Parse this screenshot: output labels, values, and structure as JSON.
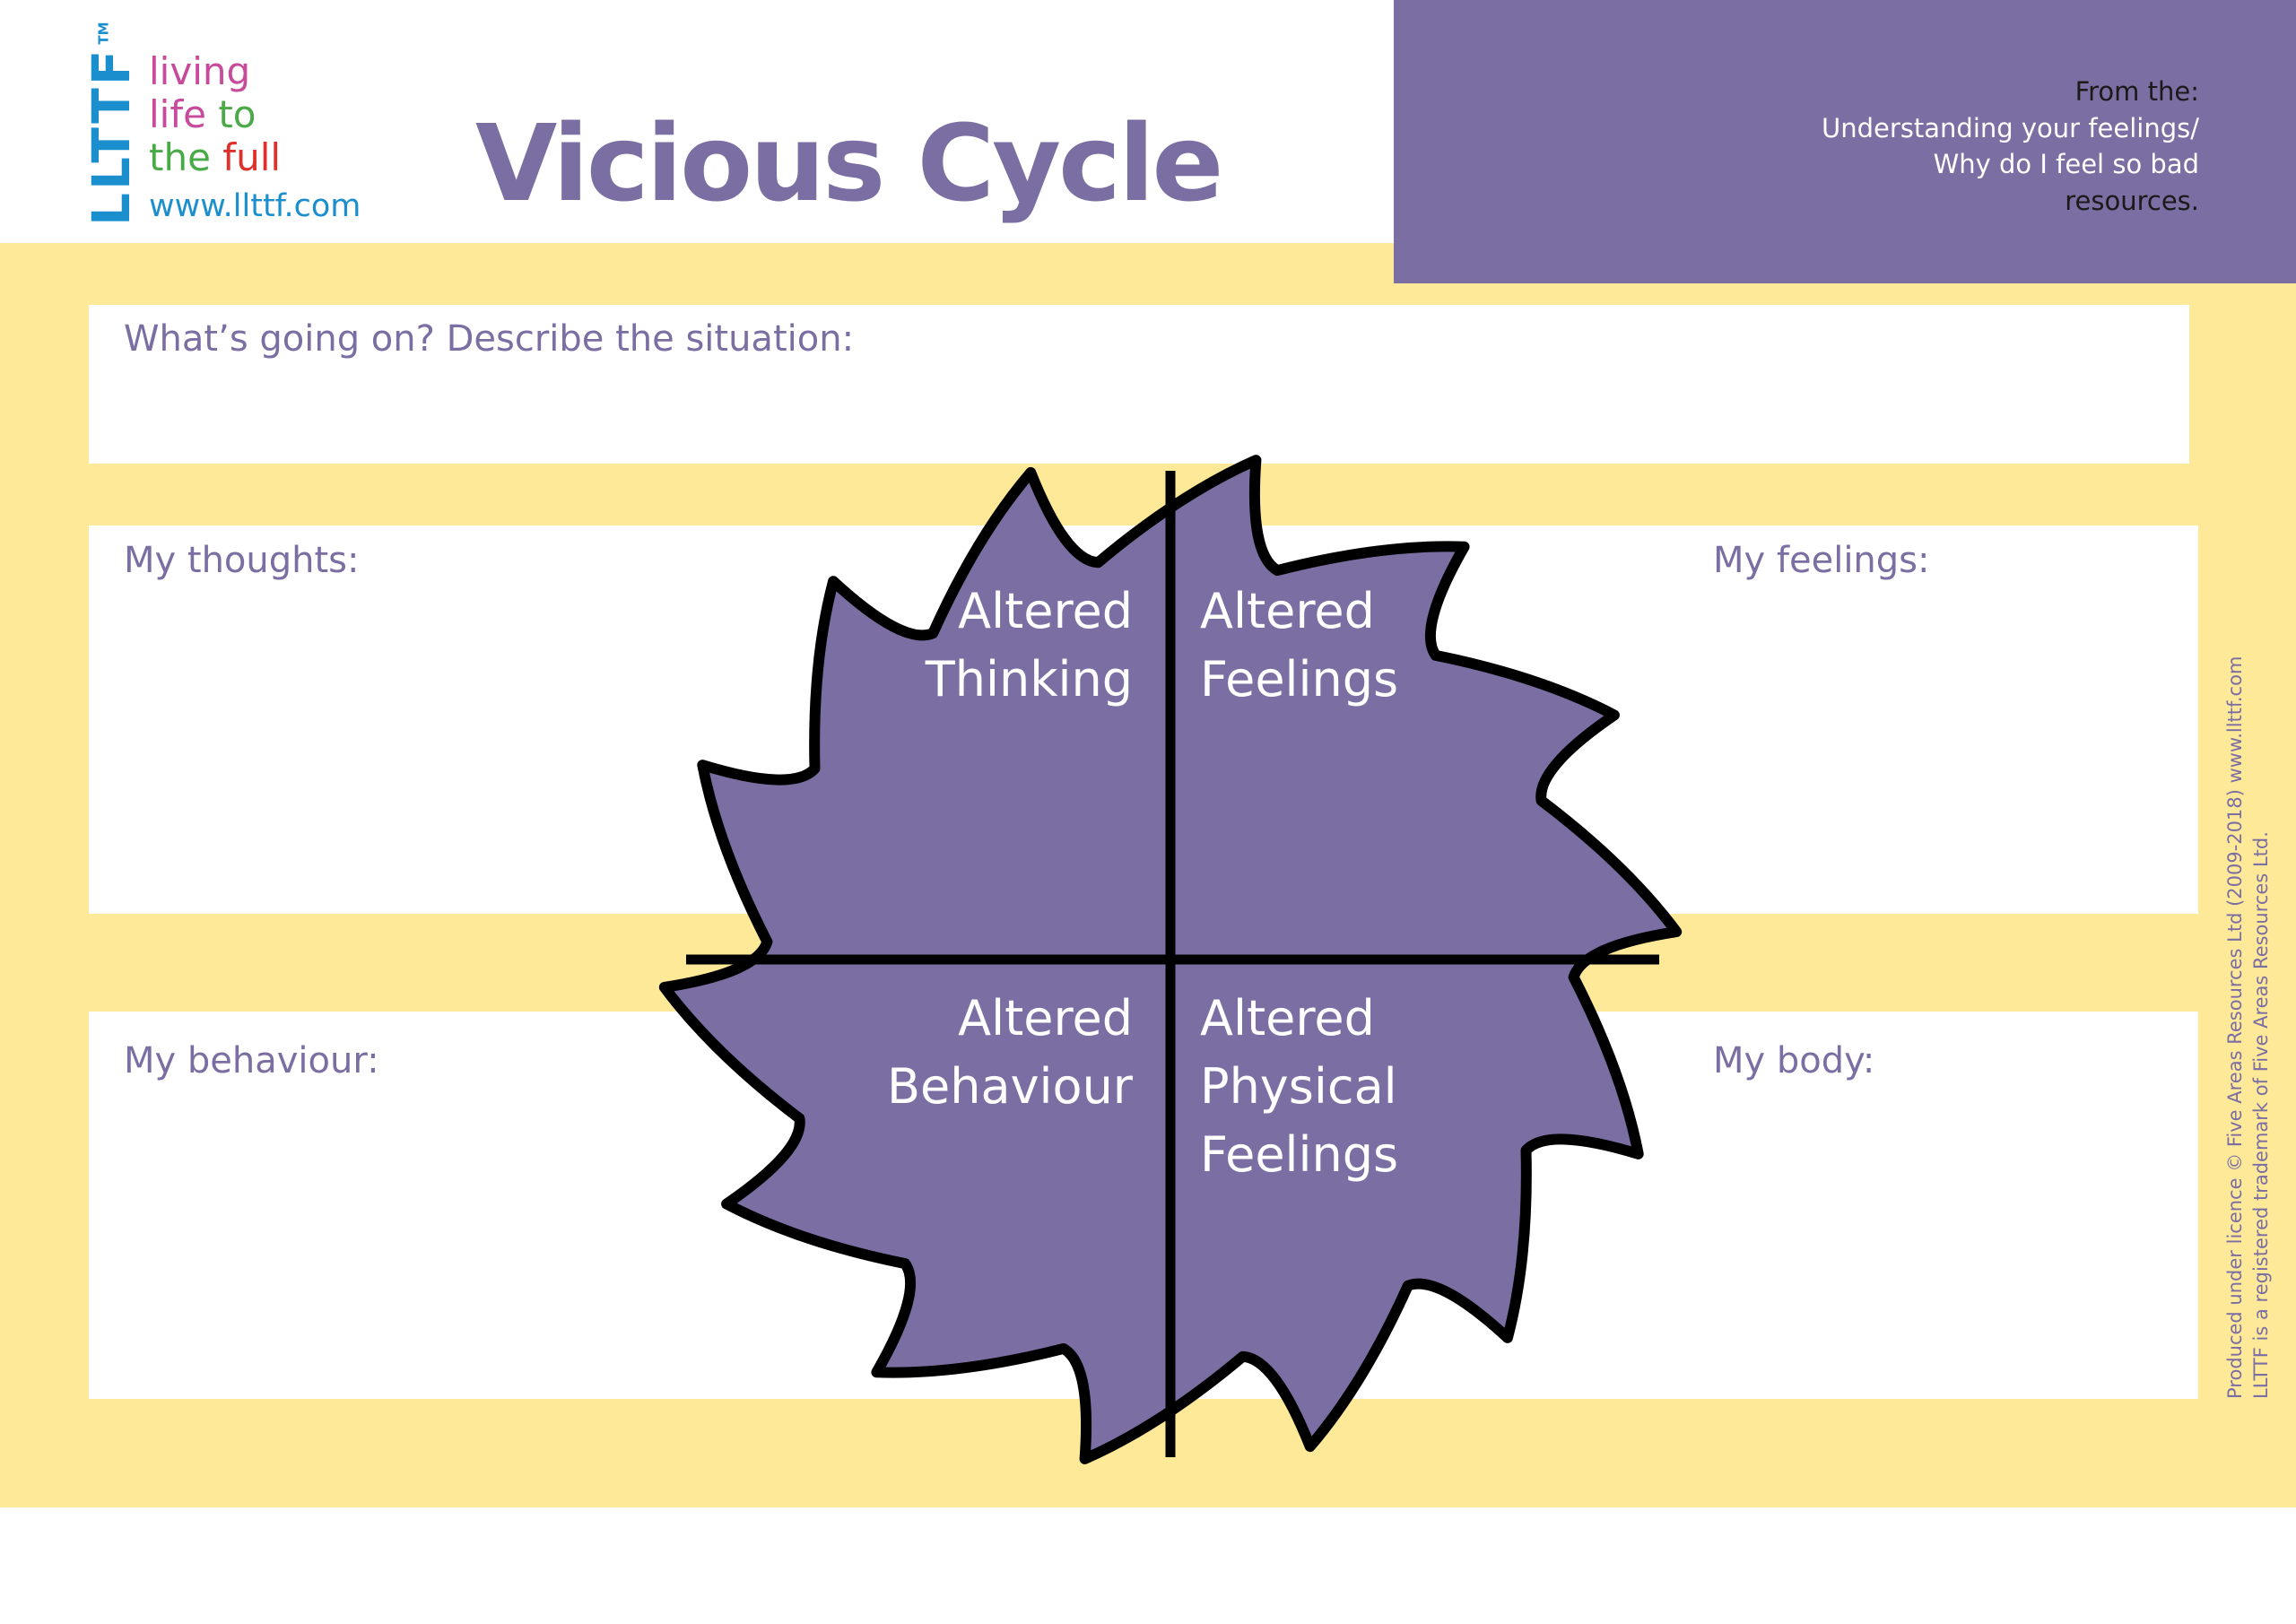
{
  "logo": {
    "mark": "LLTTF",
    "tm": "TM",
    "line1": "living",
    "line2_a": "life",
    "line2_b": "to",
    "line3_a": "the",
    "line3_b": "full",
    "url": "www.llttf.com"
  },
  "title": "Vicious Cycle",
  "source": {
    "lines": [
      "From the:",
      "Understanding your feelings/",
      "Why do I feel so bad",
      "resources."
    ]
  },
  "prompts": {
    "situation": "What’s going on? Describe the situation:",
    "thoughts": "My thoughts:",
    "feelings": "My feelings:",
    "behaviour": "My behaviour:",
    "body": "My body:"
  },
  "cycle": {
    "thinking": [
      "Altered",
      "Thinking"
    ],
    "feelings": [
      "Altered",
      "Feelings"
    ],
    "behaviour": [
      "Altered",
      "Behaviour"
    ],
    "physical": [
      "Altered",
      "Physical",
      "Feelings"
    ]
  },
  "copyright": [
    "Produced under licence © Five Areas Resources Ltd (2009-2018) www.llttf.com",
    "LLTTF is a registered trademark of Five Areas Resources Ltd."
  ],
  "colors": {
    "purple": "#7B6EA2",
    "yellow": "#FEE999",
    "logo_blue": "#1B8FCE",
    "logo_pink": "#C84A9A",
    "logo_green": "#4BAA48",
    "logo_red": "#E0302C"
  }
}
